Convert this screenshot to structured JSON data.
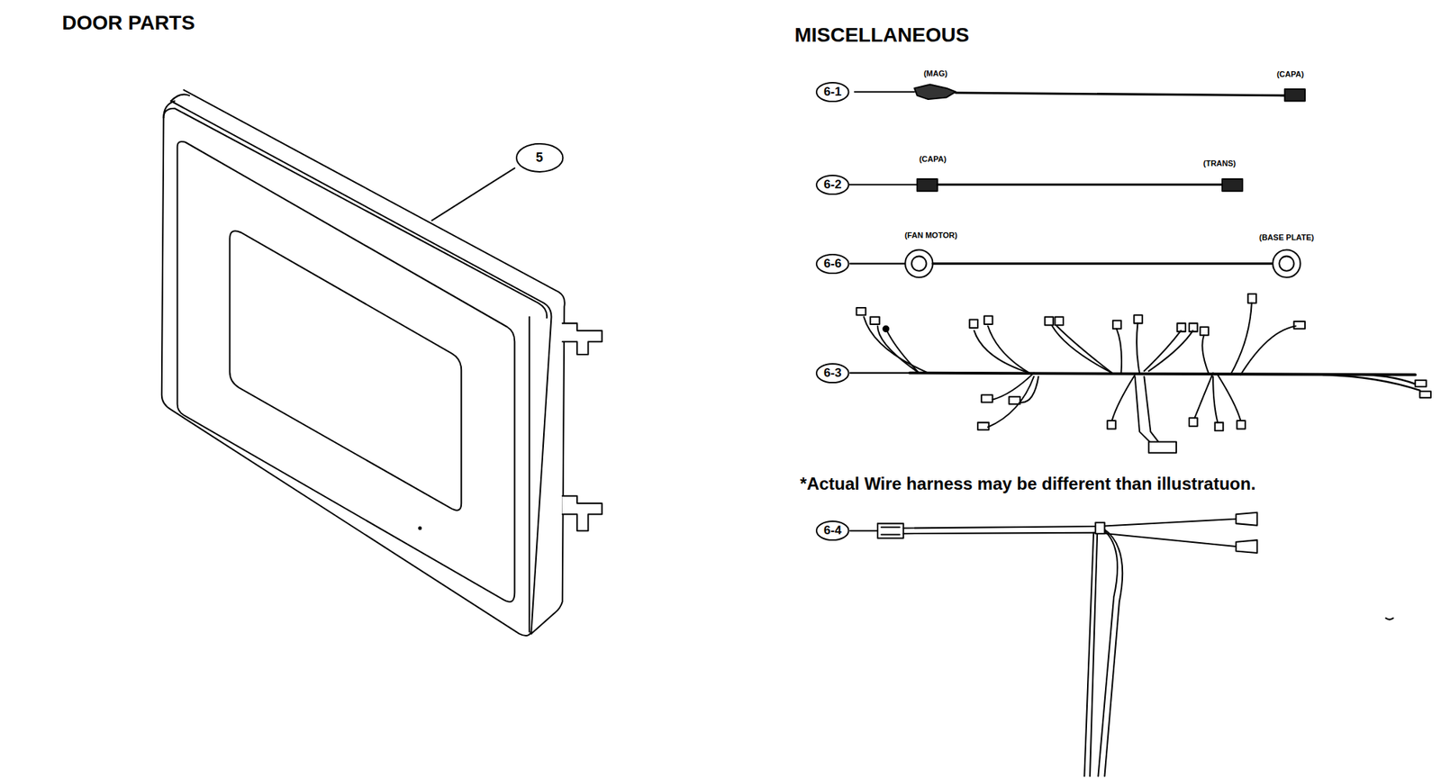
{
  "diagram": {
    "nodes": [
      {
        "text": [
          "5"
        ]
      },
      {
        "text": [
          "6-1"
        ]
      },
      {
        "text": [
          "6-2"
        ]
      },
      {
        "text": [
          "6-6"
        ]
      },
      {
        "text": [
          "6-3"
        ]
      },
      {
        "text": [
          "6-4"
        ]
      }
    ],
    "labels": [
      "DOOR PARTS",
      "MISCELLANEOUS",
      "(MAG)",
      "(CAPA)",
      "(CAPA)",
      "(TRANS)",
      "(FAN MOTOR)",
      "(BASE PLATE)",
      "*Actual Wire harness may be different than illustratuon."
    ]
  }
}
